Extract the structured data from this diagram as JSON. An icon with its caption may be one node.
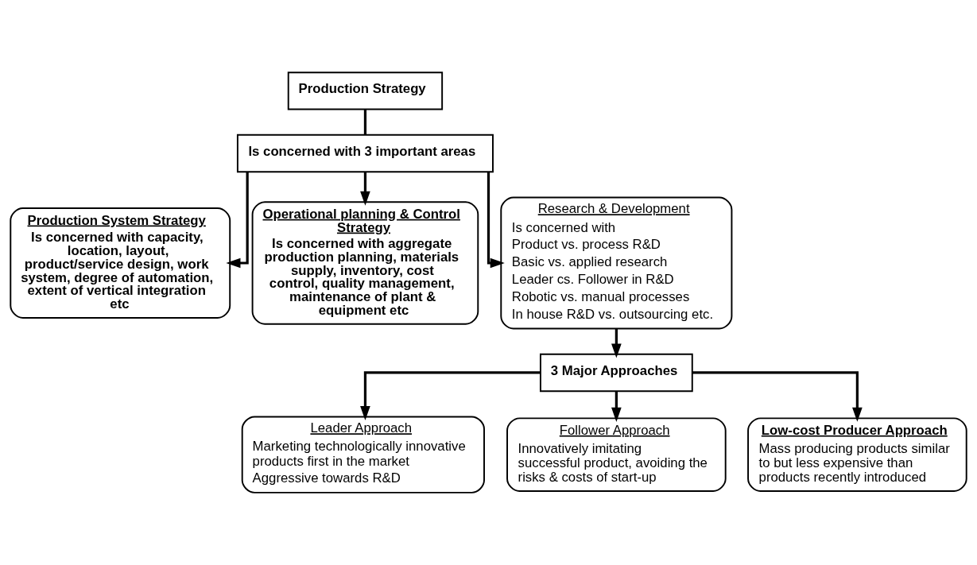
{
  "diagram": {
    "nodes": [
      {
        "text": [
          "Production Strategy"
        ]
      },
      {
        "text": [
          "Is concerned with 3 important areas"
        ]
      },
      {
        "text": [
          "Production System Strategy",
          "Is concerned with capacity, location, layout, product/service design, work system, degree of automation, extent of vertical integration etc"
        ]
      },
      {
        "text": [
          "Operational planning & Control Strategy",
          "Is concerned with aggregate production planning, materials supply, inventory, cost control, quality management, maintenance of plant & equipment etc"
        ]
      },
      {
        "text": [
          "Research & Development",
          "Is concerned with",
          "Product vs. process R&D",
          "Basic vs. applied research",
          "Leader cs. Follower in R&D",
          "Robotic vs. manual processes",
          "In house R&D vs. outsourcing etc."
        ]
      },
      {
        "text": [
          "3 Major Approaches"
        ]
      },
      {
        "text": [
          "Leader Approach",
          "Marketing technologically innovative products first in the market",
          "Aggressive towards R&D"
        ]
      },
      {
        "text": [
          "Follower Approach",
          "Innovatively imitating successful product, avoiding the risks & costs of start-up"
        ]
      },
      {
        "text": [
          "Low-cost Producer Approach",
          "Mass producing products similar to but less expensive than products recently introduced"
        ]
      }
    ],
    "edges": [
      {
        "from": 0,
        "to": 1,
        "arrow": "none"
      },
      {
        "from": 1,
        "to": 2,
        "arrow": "to"
      },
      {
        "from": 1,
        "to": 3,
        "arrow": "to"
      },
      {
        "from": 1,
        "to": 4,
        "arrow": "to"
      },
      {
        "from": 4,
        "to": 5,
        "arrow": "to"
      },
      {
        "from": 5,
        "to": 6,
        "arrow": "to"
      },
      {
        "from": 5,
        "to": 7,
        "arrow": "to"
      },
      {
        "from": 5,
        "to": 8,
        "arrow": "to"
      }
    ]
  }
}
